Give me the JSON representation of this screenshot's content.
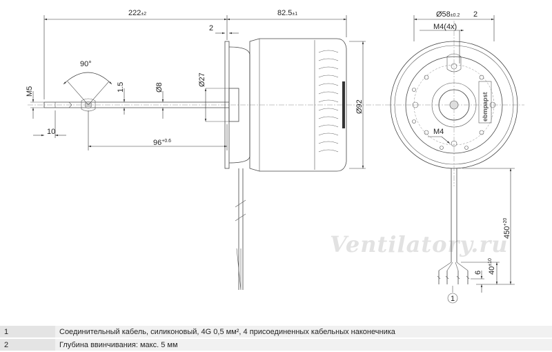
{
  "drawing": {
    "dimensions": {
      "d_222": "222",
      "t_222": "±2",
      "d_82_5": "82.5",
      "t_82_5": "±1",
      "d_58": "Ø58",
      "t_58": "±0.2",
      "d_2_right": "2",
      "d_2_left": "2",
      "d_m4x4": "M4(4x)",
      "d_90deg": "90°",
      "d_m5": "M5",
      "d_1_5": "1.5",
      "d_d8": "Ø8",
      "d_d27": "Ø27",
      "d_d92": "Ø92",
      "d_10": "10",
      "d_96": "96",
      "t_96": "+0.6",
      "d_m4": "M4",
      "d_450": "450",
      "t_450": "+20",
      "d_40": "40",
      "t_40": "±10",
      "d_6": "6"
    },
    "callout_1": "1",
    "brand_plate": "ebmpapst",
    "watermark": "Ventilatory.ru"
  },
  "legend": {
    "rows": [
      {
        "num": "1",
        "text": "Соединительный кабель, силиконовый, 4G 0,5 мм², 4 присоединенных кабельных наконечника"
      },
      {
        "num": "2",
        "text": "Глубина ввинчивания: макс. 5 мм"
      }
    ]
  }
}
